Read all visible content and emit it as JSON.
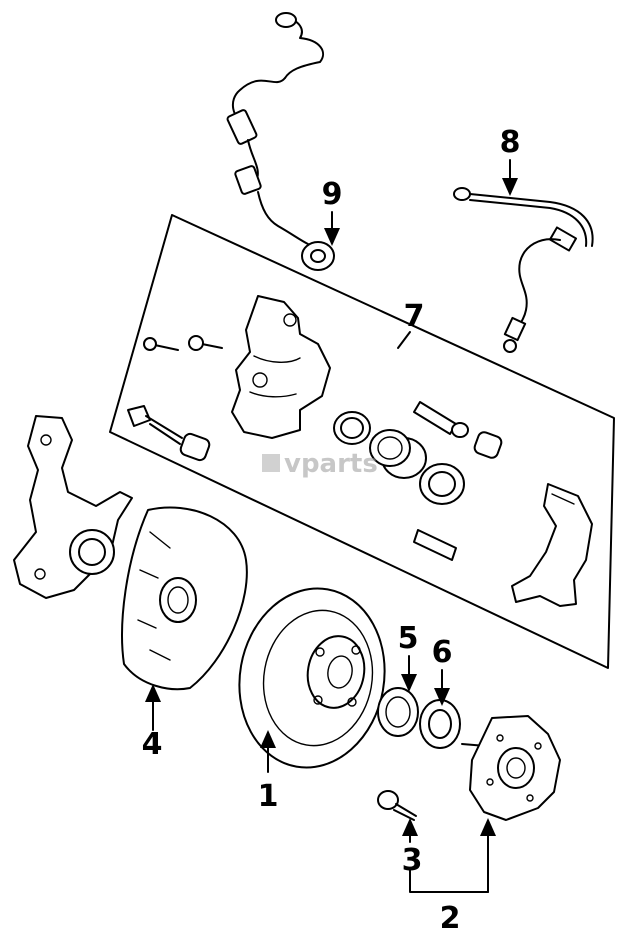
{
  "diagram": {
    "watermark": "vparts",
    "callouts": {
      "c1": "1",
      "c2": "2",
      "c3": "3",
      "c4": "4",
      "c5": "5",
      "c6": "6",
      "c7": "7",
      "c8": "8",
      "c9": "9"
    }
  }
}
